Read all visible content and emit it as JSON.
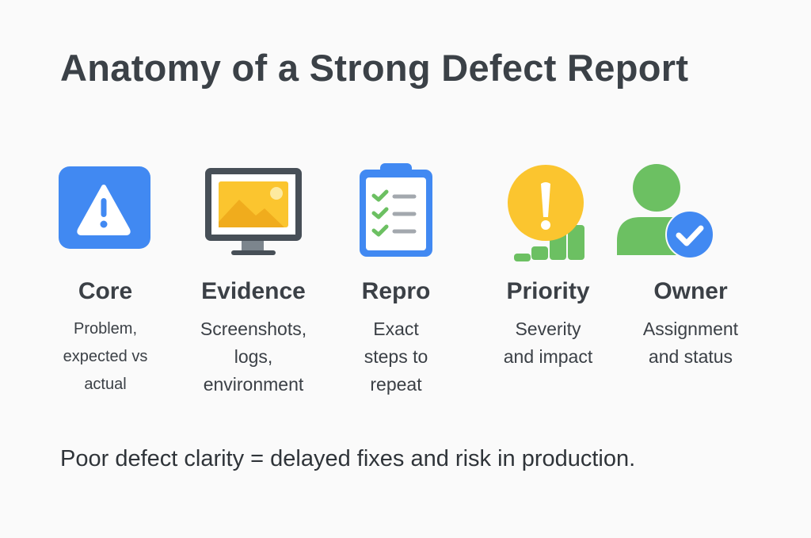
{
  "title": "Anatomy of a Strong Defect Report",
  "items": [
    {
      "heading": "Core",
      "desc": [
        "Problem,",
        "expected vs",
        "actual"
      ],
      "icon": "warning-icon"
    },
    {
      "heading": "Evidence",
      "desc": [
        "Screenshots,",
        "logs,",
        "environment"
      ],
      "icon": "monitor-image-icon"
    },
    {
      "heading": "Repro",
      "desc": [
        "Exact",
        "steps to",
        "repeat"
      ],
      "icon": "clipboard-checklist-icon"
    },
    {
      "heading": "Priority",
      "desc": [
        "Severity",
        "and impact"
      ],
      "icon": "priority-alert-icon"
    },
    {
      "heading": "Owner",
      "desc": [
        "Assignment",
        "and status"
      ],
      "icon": "user-check-icon"
    }
  ],
  "footer": "Poor defect clarity = delayed fixes and risk in production.",
  "colors": {
    "blue": "#4189f2",
    "yellow": "#fbc52f",
    "green": "#6cc062",
    "dark": "#474f57"
  }
}
